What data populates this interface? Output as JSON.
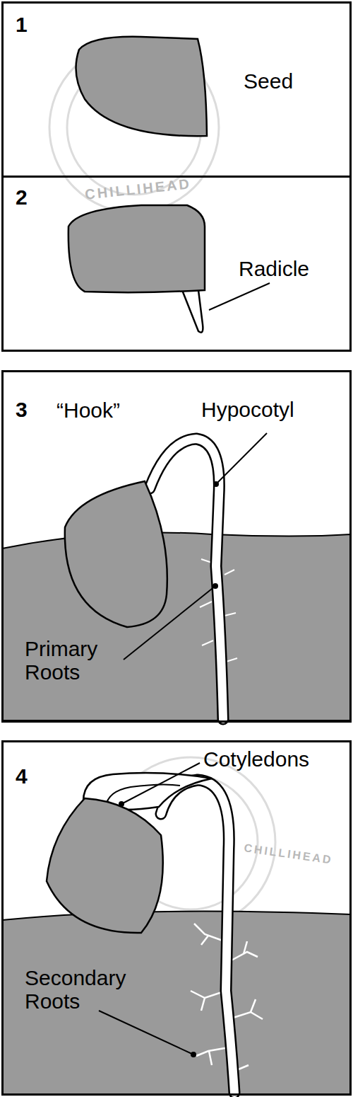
{
  "diagram": {
    "nodes": [
      {
        "text": [
          "1",
          "Seed"
        ]
      },
      {
        "text": [
          "2",
          "Radicle"
        ]
      },
      {
        "text": [
          "3",
          "“Hook”",
          "Hypocotyl",
          "Primary Roots"
        ]
      },
      {
        "text": [
          "4",
          "Cotyledons",
          "Secondary Roots"
        ]
      }
    ],
    "labels": [
      "CHILLIHEAD",
      "CHILLIHEAD"
    ]
  }
}
